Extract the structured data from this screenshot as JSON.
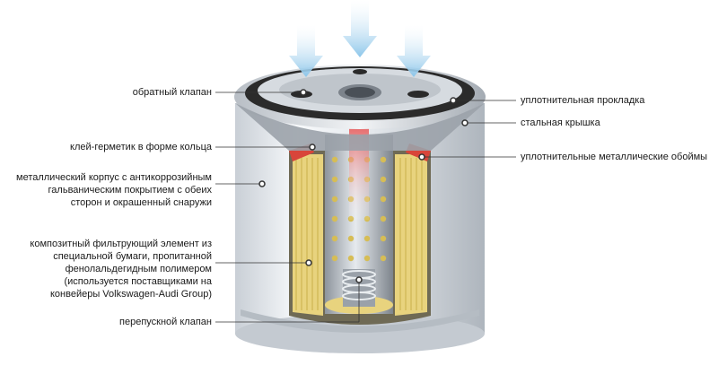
{
  "labels": {
    "check_valve": "обратный клапан",
    "sealant_ring": "клей-герметик в форме кольца",
    "housing": [
      "металлический корпус с антикоррозийным",
      "гальваническим покрытием с обеих",
      "сторон и окрашенный снаружи"
    ],
    "filter_element": [
      "композитный фильтрующий элемент из",
      "специальной бумаги, пропитанной",
      "фенолальдегидным полимером",
      "(используется поставщиками на",
      "конвейеры Volkswagen-Audi Group)"
    ],
    "bypass_valve": "перепускной клапан",
    "gasket": "уплотнительная прокладка",
    "steel_cover": "стальная крышка",
    "metal_rims": "уплотнительные металлические обоймы"
  },
  "colors": {
    "inflow_arrow": "#9fd0ee",
    "outflow_arrow": "#e23a3a",
    "paper_element": "#ecd98a",
    "housing": "#e9edf1",
    "gasket": "#2a2a2a",
    "perforation": "#d9c25a"
  }
}
